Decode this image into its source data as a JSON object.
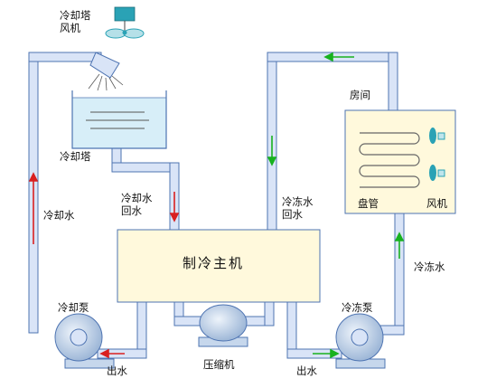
{
  "labels": {
    "fan_line1": "冷却塔",
    "fan_line2": "风机",
    "cooling_tower": "冷却塔",
    "return_line1": "冷却水",
    "return_line2": "回水",
    "cooling_water": "冷却水",
    "cooling_pump": "冷却泵",
    "outlet_left": "出水",
    "compressor": "压缩机",
    "outlet_right": "出水",
    "chiller": "制冷主机",
    "chilled_return_line1": "冷冻水",
    "chilled_return_line2": "回水",
    "room": "房间",
    "coil": "盘管",
    "fan": "风机",
    "chilled_water": "冷冻水",
    "chilled_pump": "冷冻泵"
  },
  "colors": {
    "pipe_fill": "#d9e4f7",
    "pipe_stroke": "#4e74b2",
    "chiller_fill": "#fff9dc",
    "room_fill": "#fff9dc",
    "tower_water": "#d7eef8",
    "arrow_red": "#d92020",
    "arrow_green": "#18b21f",
    "pump_fill": "#c6d7ec",
    "fan_body": "#2aa2b5"
  }
}
